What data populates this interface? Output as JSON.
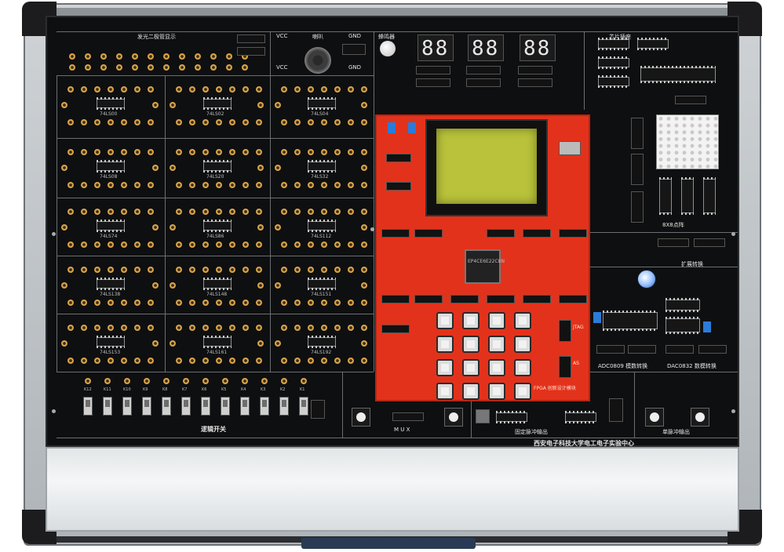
{
  "photo": {
    "subject": "digital electronics experiment trainer"
  },
  "board_labels": {
    "led_display": "发光二极管显示",
    "vcc_a": "VCC",
    "vcc_b": "VCC",
    "gnd_a": "GND",
    "gnd_b": "GND",
    "speaker": "喇叭",
    "buzzer": "蜂鸣器",
    "chip_socket": "芯片插座",
    "led_matrix": "8X8点阵",
    "expand_port": "扩展转换",
    "adc": "ADC0809 模数转换",
    "dac": "DAC0832 数模转换",
    "logic_switch": "逻辑开关",
    "mux": "M U X",
    "clock_out": "固定脉冲输出",
    "single_pulse": "单脉冲输出",
    "fpga": "FPGA 创新设计模块",
    "jtag": "JTAG",
    "as": "AS",
    "institution": "西安电子科技大学电工电子实验中心"
  },
  "chips": [
    "74LS00",
    "74LS02",
    "74LS04",
    "74LS08",
    "74LS20",
    "74LS32",
    "74LS74",
    "74LS86",
    "74LS112",
    "74LS138",
    "74LS148",
    "74LS151",
    "74LS153",
    "74LS161",
    "74LS192"
  ],
  "switch_labels": [
    "K12",
    "K11",
    "K10",
    "K9",
    "K8",
    "K7",
    "K6",
    "K5",
    "K4",
    "K3",
    "K2",
    "K1"
  ],
  "seven_segment": [
    "88",
    "88",
    "88"
  ],
  "fpga_chip": "EP4CE6E22C8N"
}
